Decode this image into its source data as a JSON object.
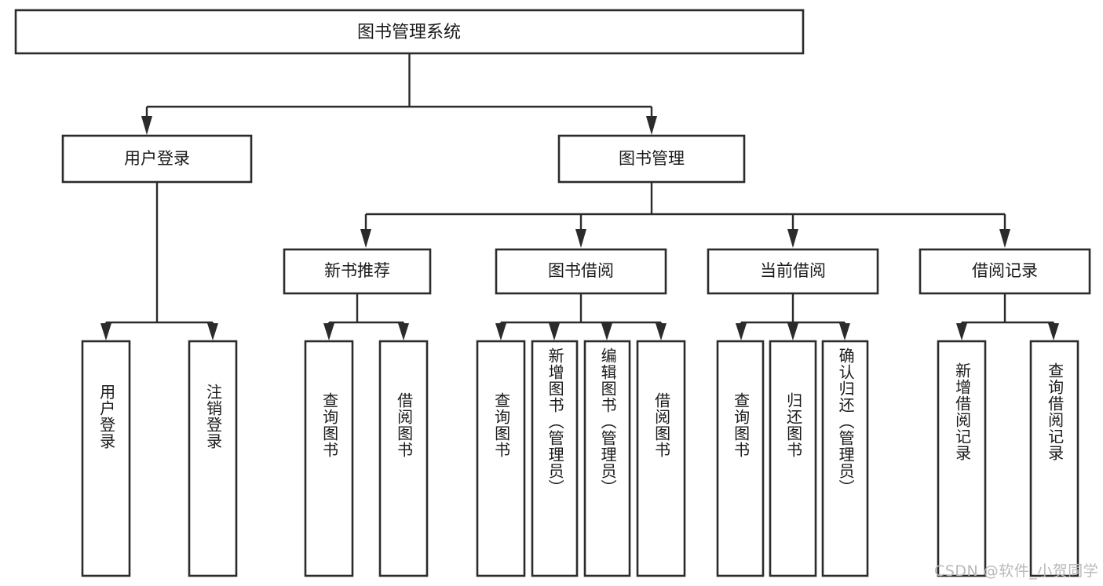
{
  "diagram": {
    "type": "tree-hierarchy",
    "title": "图书管理系统",
    "orientation": "top-down",
    "colors": {
      "box_border": "#2b2b2b",
      "box_fill": "#ffffff",
      "connector": "#2b2b2b",
      "text": "#1a1a1a",
      "background": "#ffffff",
      "watermark": "#b9b9b9"
    },
    "root": {
      "label": "图书管理系统"
    },
    "level1": [
      {
        "label": "用户登录"
      },
      {
        "label": "图书管理"
      }
    ],
    "level2": [
      {
        "label": "新书推荐"
      },
      {
        "label": "图书借阅"
      },
      {
        "label": "当前借阅"
      },
      {
        "label": "借阅记录"
      }
    ],
    "leaves": {
      "user_login": [
        {
          "label": "用户登录"
        },
        {
          "label": "注销登录"
        }
      ],
      "new_book_recommend": [
        {
          "label": "查询图书"
        },
        {
          "label": "借阅图书"
        }
      ],
      "book_borrow": [
        {
          "label": "查询图书"
        },
        {
          "label": "新增图书（管理员）"
        },
        {
          "label": "编辑图书（管理员）"
        },
        {
          "label": "借阅图书"
        }
      ],
      "current_borrow": [
        {
          "label": "查询图书"
        },
        {
          "label": "归还图书"
        },
        {
          "label": "确认归还（管理员）"
        }
      ],
      "borrow_record": [
        {
          "label": "新增借阅记录"
        },
        {
          "label": "查询借阅记录"
        }
      ]
    },
    "watermark": "CSDN @软件_小贺同学"
  }
}
